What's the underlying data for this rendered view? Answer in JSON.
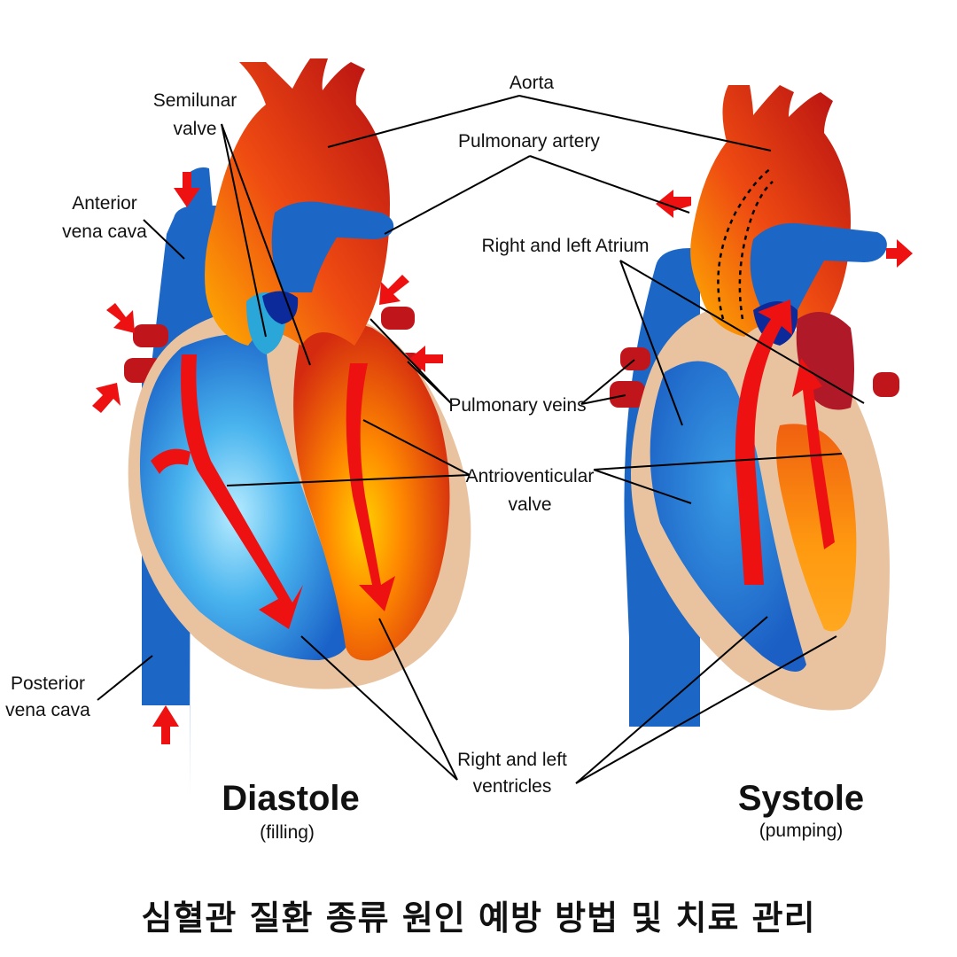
{
  "labels": {
    "aorta": "Aorta",
    "pulmonary_artery": "Pulmonary artery",
    "semilunar_1": "Semilunar",
    "semilunar_2": "valve",
    "anterior_1": "Anterior",
    "anterior_2": "vena cava",
    "right_left_atrium": "Right and left Atrium",
    "pulmonary_veins": "Pulmonary veins",
    "av_1": "Antrioventicular",
    "av_2": "valve",
    "posterior_1": "Posterior",
    "posterior_2": "vena cava",
    "ventricles_1": "Right and left",
    "ventricles_2": "ventricles"
  },
  "diastole": {
    "title": "Diastole",
    "subtitle": "(filling)"
  },
  "systole": {
    "title": "Systole",
    "subtitle": "(pumping)"
  },
  "page_title": "심혈관 질환 종류 원인 예방 방법 및 치료 관리",
  "colors": {
    "deoxygenated_blue": "#1565c0",
    "oxygenated_red": "#c0161b",
    "myocardium_tan": "#e9c3a0",
    "arrow_red": "#ee1111"
  }
}
